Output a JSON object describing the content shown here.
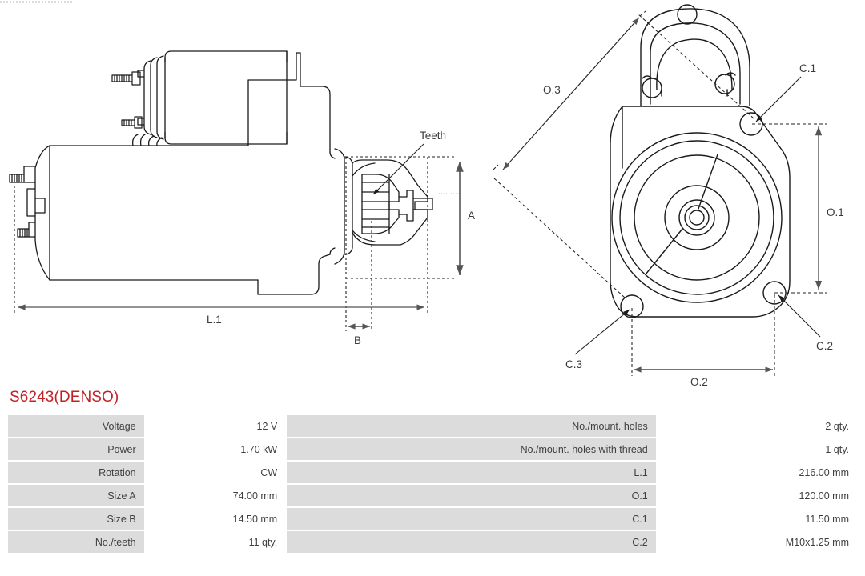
{
  "part": {
    "title": "S6243(DENSO)"
  },
  "drawings": {
    "side_view": {
      "name": "starter-motor-side-view",
      "labels": {
        "teeth": "Teeth",
        "length": "L.1",
        "height": "A",
        "pinion": "B"
      }
    },
    "end_view": {
      "name": "starter-motor-end-view",
      "labels": {
        "diagonal": "O.3",
        "vertical": "O.1",
        "horizontal": "O.2",
        "hole_1": "C.1",
        "hole_2": "C.2",
        "hole_3": "C.3"
      }
    }
  },
  "spec_table": {
    "rows": [
      {
        "label_left": "Voltage",
        "value_left": "12 V",
        "label_right": "No./mount. holes",
        "value_right": "2 qty."
      },
      {
        "label_left": "Power",
        "value_left": "1.70 kW",
        "label_right": "No./mount. holes with thread",
        "value_right": "1 qty."
      },
      {
        "label_left": "Rotation",
        "value_left": "CW",
        "label_right": "L.1",
        "value_right": "216.00 mm"
      },
      {
        "label_left": "Size A",
        "value_left": "74.00 mm",
        "label_right": "O.1",
        "value_right": "120.00 mm"
      },
      {
        "label_left": "Size B",
        "value_left": "14.50 mm",
        "label_right": "C.1",
        "value_right": "11.50 mm"
      },
      {
        "label_left": "No./teeth",
        "value_left": "11 qty.",
        "label_right": "C.2",
        "value_right": "M10x1.25 mm"
      }
    ]
  },
  "colors": {
    "title": "#c32026",
    "label_cell": "#dcdcdc",
    "value_cell": "#ffffff",
    "line": "#1a1a1a",
    "dim": "#555555"
  }
}
